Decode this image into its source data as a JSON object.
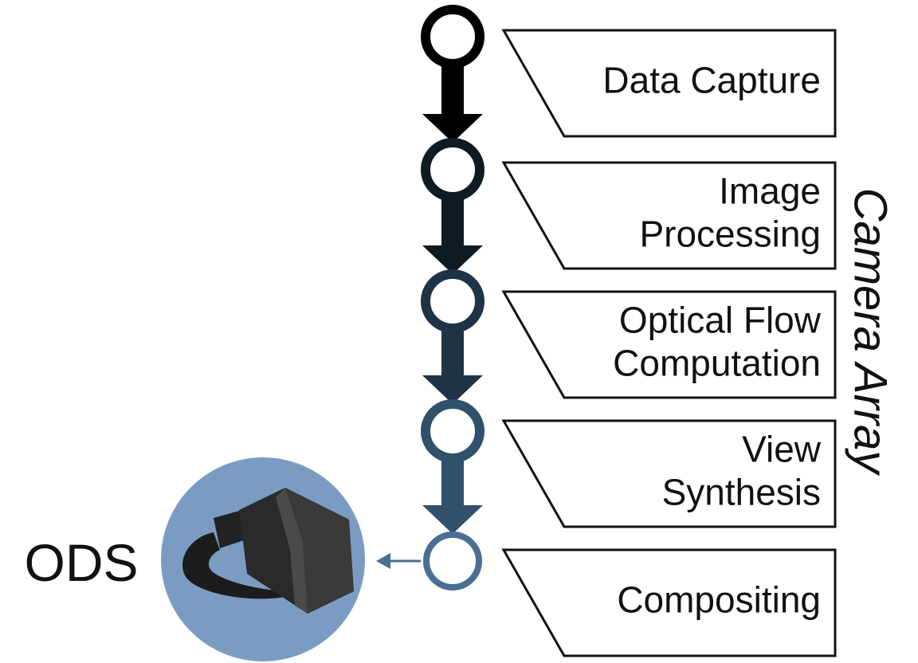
{
  "diagram": {
    "side_title": "Camera Array",
    "output_label": "ODS",
    "stages": [
      {
        "lines": [
          "Data Capture"
        ],
        "node_color": "#000000"
      },
      {
        "lines": [
          "Image",
          "Processing"
        ],
        "node_color": "#0e1c22"
      },
      {
        "lines": [
          "Optical Flow",
          "Computation"
        ],
        "node_color": "#1f3346"
      },
      {
        "lines": [
          "View",
          "Synthesis"
        ],
        "node_color": "#30506c"
      },
      {
        "lines": [
          "Compositing"
        ],
        "node_color": "#4a6f93"
      }
    ],
    "colors": {
      "headset_badge": "#7b9cc2",
      "headset_body": "#2a2a2a",
      "output_arrow": "#4a6f93"
    },
    "icons": {
      "headset": "vr-headset-icon"
    }
  }
}
